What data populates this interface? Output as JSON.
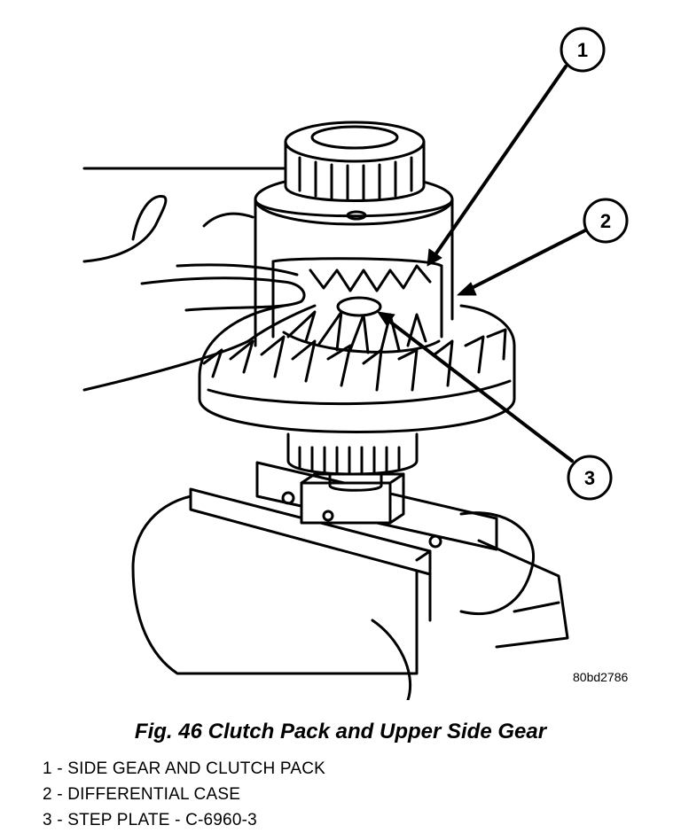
{
  "figure": {
    "id_code": "80bd2786",
    "caption": "Fig. 46 Clutch Pack and Upper Side Gear",
    "callouts": [
      "1",
      "2",
      "3"
    ],
    "legend": [
      "1 - SIDE GEAR AND CLUTCH PACK",
      "2 - DIFFERENTIAL CASE",
      "3 - STEP PLATE - C-6960-3"
    ]
  }
}
